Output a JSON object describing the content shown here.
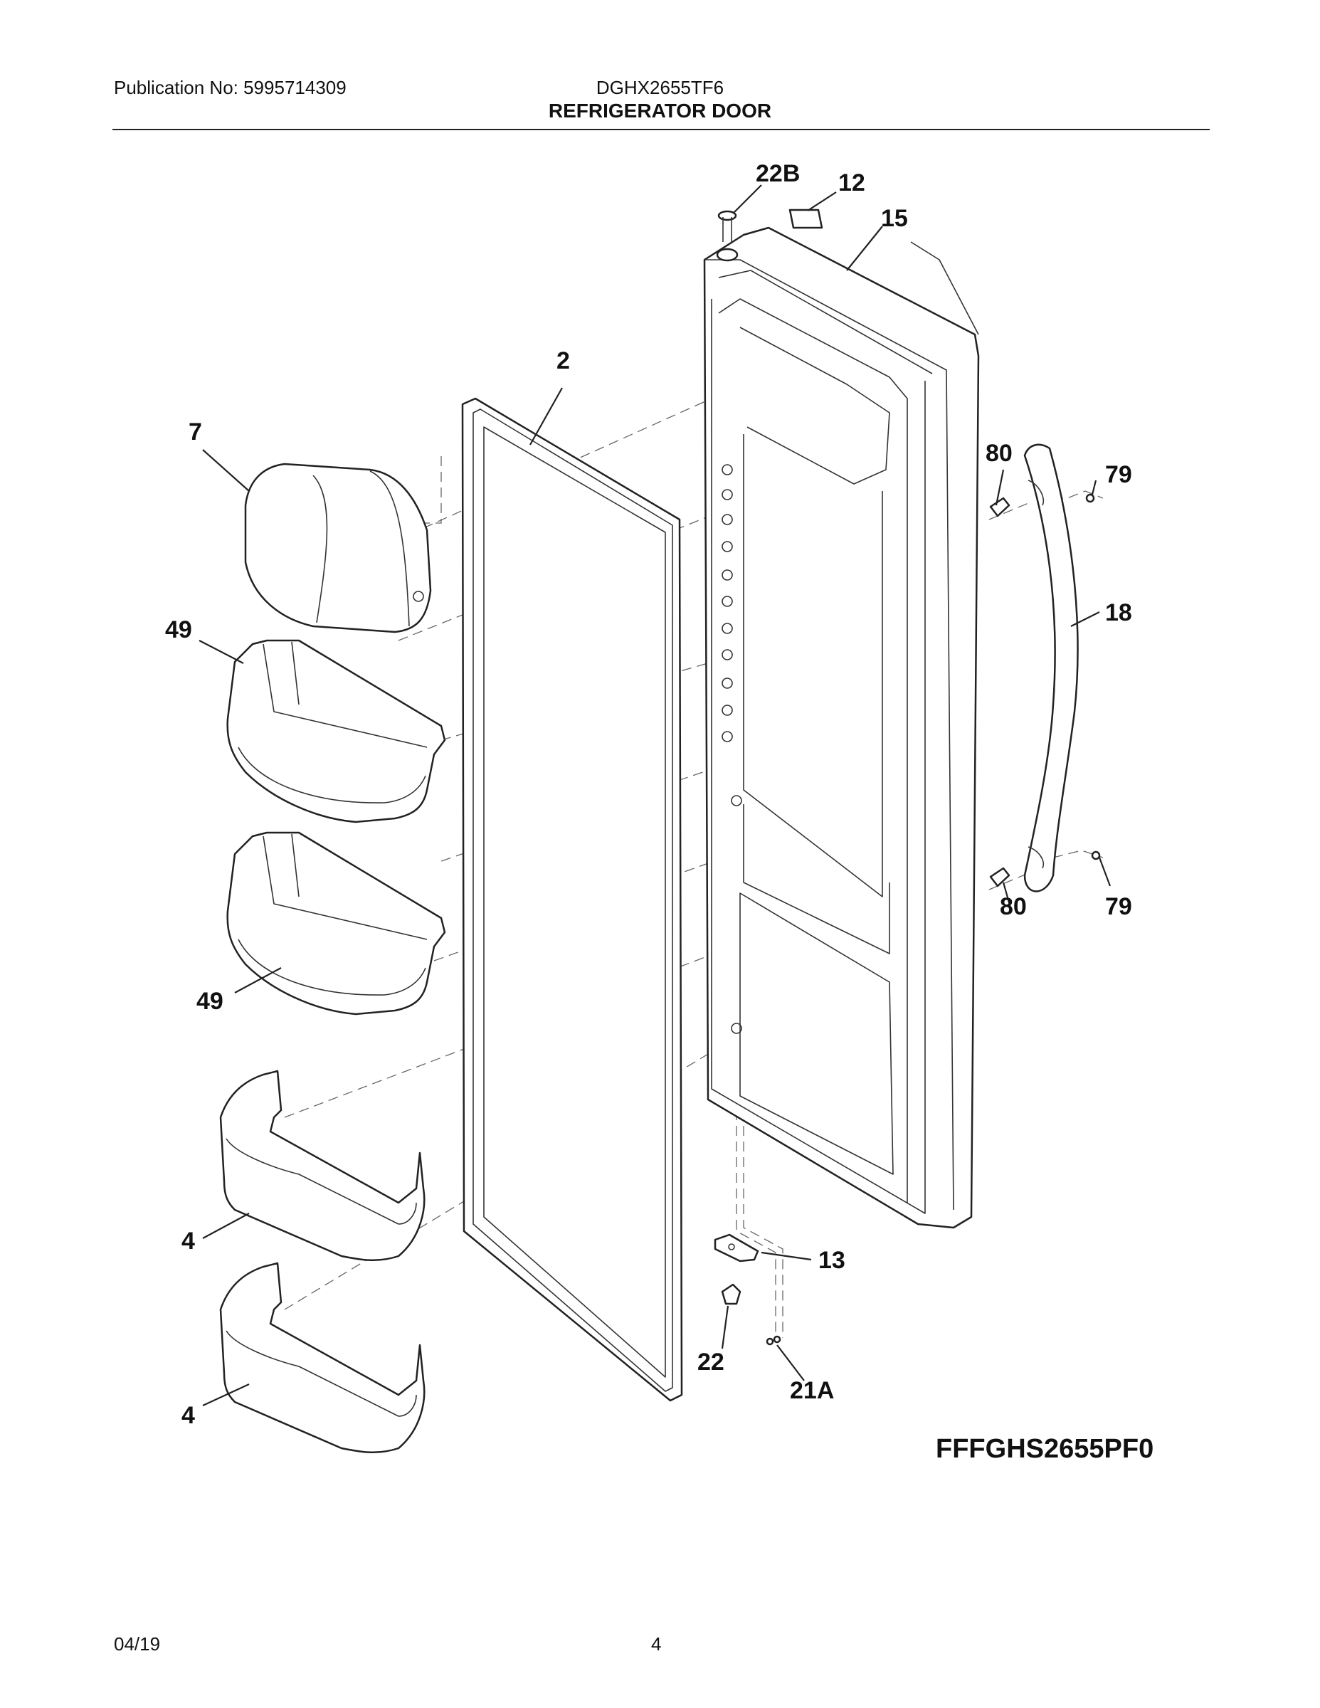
{
  "header": {
    "publication": "Publication No: 5995714309",
    "model": "DGHX2655TF6",
    "section_title": "REFRIGERATOR DOOR"
  },
  "diagram": {
    "code": "FFFGHS2655PF0",
    "callouts": {
      "c22b": "22B",
      "c12": "12",
      "c15": "15",
      "c2": "2",
      "c7": "7",
      "c49a": "49",
      "c49b": "49",
      "c80a": "80",
      "c79a": "79",
      "c18": "18",
      "c80b": "80",
      "c79b": "79",
      "c4a": "4",
      "c4b": "4",
      "c13": "13",
      "c22": "22",
      "c21a": "21A"
    }
  },
  "footer": {
    "date": "04/19",
    "page": "4"
  }
}
